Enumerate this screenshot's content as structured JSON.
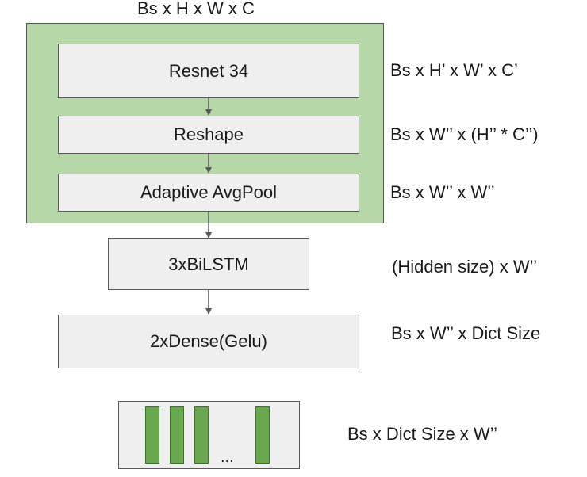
{
  "input_shape": "Bs x H x W x C",
  "layers": [
    {
      "label": "Resnet 34",
      "shape": "Bs x H’ x W’ x C’"
    },
    {
      "label": "Reshape",
      "shape": "Bs x W’’ x (H’’ * C’’)"
    },
    {
      "label": "Adaptive AvgPool",
      "shape": "Bs x W’’ x W’’"
    },
    {
      "label": "3xBiLSTM",
      "shape": "(Hidden size) x W’’"
    },
    {
      "label": "2xDense(Gelu)",
      "shape": "Bs x W’’ x Dict Size"
    }
  ],
  "output": {
    "ellipsis": "...",
    "shape": "Bs x Dict Size x W’’"
  },
  "colors": {
    "block_fill": "#b6d7a8",
    "layer_fill": "#efefef",
    "bar_fill": "#6aa84f",
    "arrow": "#595959"
  }
}
